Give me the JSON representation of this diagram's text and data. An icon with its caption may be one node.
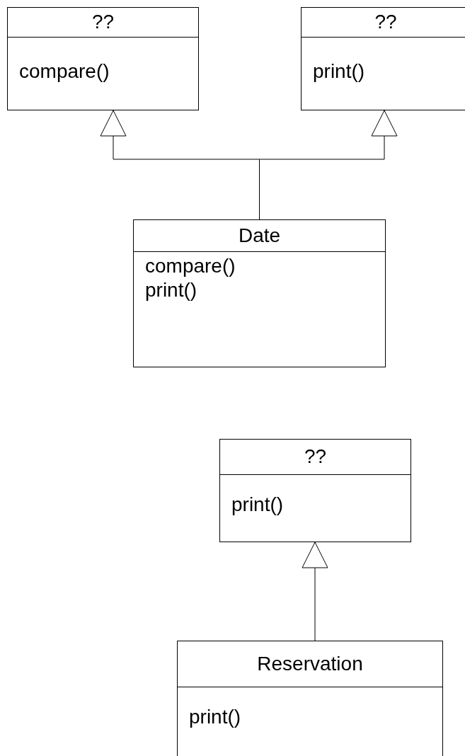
{
  "diagram": {
    "nodes": [
      {
        "text": [
          "??",
          "compare()"
        ]
      },
      {
        "text": [
          "??",
          "print()"
        ]
      },
      {
        "text": [
          "Date",
          "compare()",
          "print()"
        ]
      },
      {
        "text": [
          "??",
          "print()"
        ]
      },
      {
        "text": [
          "Reservation",
          "print()"
        ]
      }
    ],
    "edges": [
      {
        "from": 2,
        "to": 0,
        "arrow": "to"
      },
      {
        "from": 2,
        "to": 1,
        "arrow": "to"
      },
      {
        "from": 4,
        "to": 3,
        "arrow": "to"
      }
    ]
  }
}
